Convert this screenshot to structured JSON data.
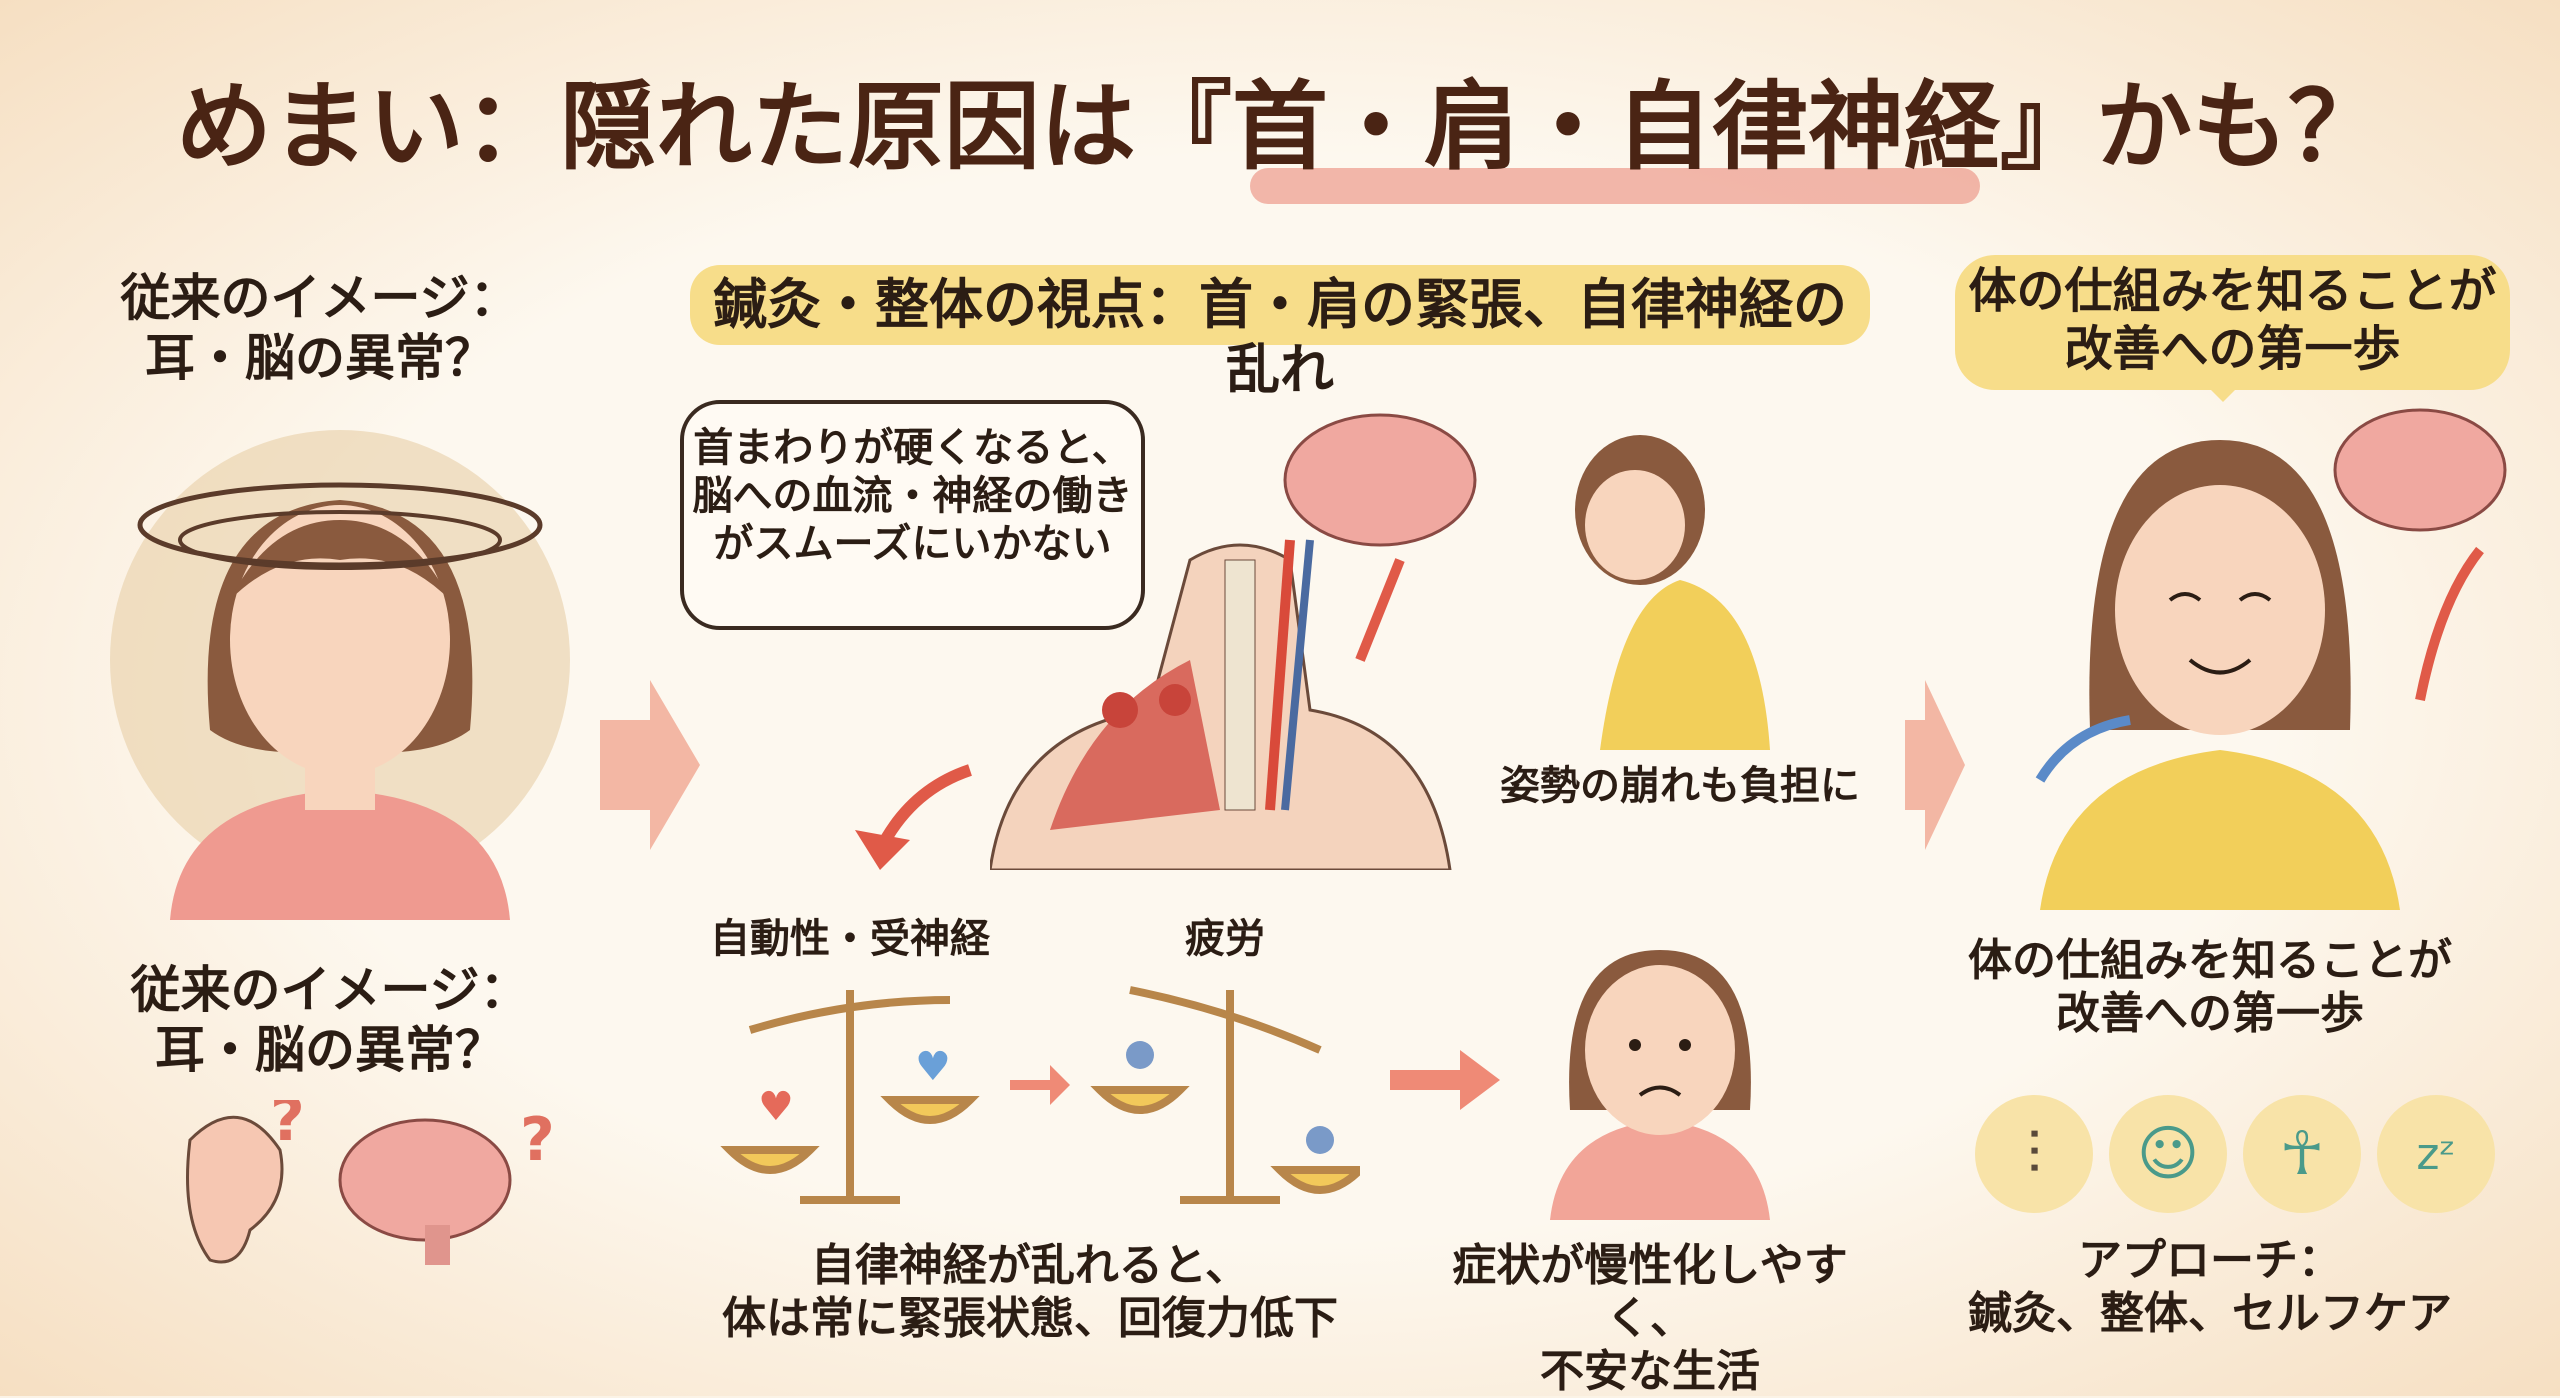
{
  "title": "めまい：隠れた原因は『首・肩・自律神経』かも？",
  "left": {
    "heading_line1": "従来のイメージ：",
    "heading_line2": "耳・脳の異常？",
    "bottom_line1": "従来のイメージ：",
    "bottom_line2": "耳・脳の異常？"
  },
  "middle": {
    "banner": "鍼灸・整体の視点：首・肩の緊張、自律神経の乱れ",
    "speech_line1": "首まわりが硬くなると、",
    "speech_line2": "脳への血流・神経の働き",
    "speech_line3": "がスムーズにいかない",
    "posture_caption": "姿勢の崩れも負担に",
    "scale_label_1": "自動性・受神経",
    "scale_label_2": "疲労",
    "caption_a_line1": "自律神経が乱れると、",
    "caption_a_line2": "体は常に緊張状態、回復力低下",
    "caption_b_line1": "症状が慢性化しやすく、",
    "caption_b_line2": "不安な生活"
  },
  "right": {
    "bubble_line1": "体の仕組みを知ることが",
    "bubble_line2": "改善への第一歩",
    "caption_line1": "体の仕組みを知ることが",
    "caption_line2": "改善への第一歩",
    "approach_line1": "アプローチ：",
    "approach_line2": "鍼灸、整体、セルフケア",
    "icons": [
      "acupuncture-needles-icon",
      "massage-icon",
      "stretching-icon",
      "sleep-icon"
    ]
  },
  "colors": {
    "title": "#4a2414",
    "banner": "#f7dd8a",
    "highlight": "#ec9a8c",
    "arrow": "#ef8a76"
  }
}
